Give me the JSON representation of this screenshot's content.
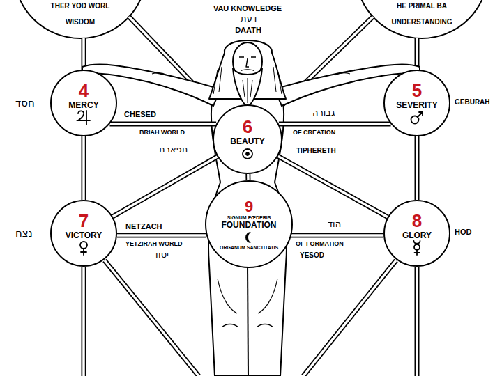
{
  "diagram": {
    "nodes": [
      {
        "text": [
          "4",
          "MERCY"
        ]
      },
      {
        "text": [
          "5",
          "SEVERITY"
        ]
      },
      {
        "text": [
          "6",
          "BEAUTY"
        ]
      },
      {
        "text": [
          "7",
          "VICTORY"
        ]
      },
      {
        "text": [
          "8",
          "GLORY"
        ]
      },
      {
        "text": [
          "9",
          "SIGNUM FŒDERIS",
          "FOUNDATION",
          "ORGANUM SANCTITATIS"
        ]
      }
    ],
    "edges": [
      {
        "from": 0,
        "to": 2,
        "arrow": "none"
      },
      {
        "from": 1,
        "to": 2,
        "arrow": "none"
      },
      {
        "from": 0,
        "to": 3,
        "arrow": "none"
      },
      {
        "from": 1,
        "to": 4,
        "arrow": "none"
      },
      {
        "from": 2,
        "to": 3,
        "arrow": "none"
      },
      {
        "from": 2,
        "to": 4,
        "arrow": "none"
      },
      {
        "from": 2,
        "to": 5,
        "arrow": "none"
      },
      {
        "from": 3,
        "to": 5,
        "arrow": "none"
      },
      {
        "from": 4,
        "to": 5,
        "arrow": "none"
      }
    ],
    "labels": [
      "THER YOD WORL",
      "WISDOM",
      "VAU KNOWLEDGE",
      "דעת",
      "DAATH",
      "HE PRIMAL BA",
      "UNDERSTANDING",
      "חסד",
      "CHESED",
      "BRIAH WORLD",
      "גבורה",
      "GEBURAH",
      "OF CREATION",
      "תפארת",
      "TIPHERETH",
      "נצח",
      "NETZACH",
      "YETZIRAH WORLD",
      "יסוד",
      "הוד",
      "HOD",
      "OF FORMATION",
      "YESOD"
    ]
  }
}
